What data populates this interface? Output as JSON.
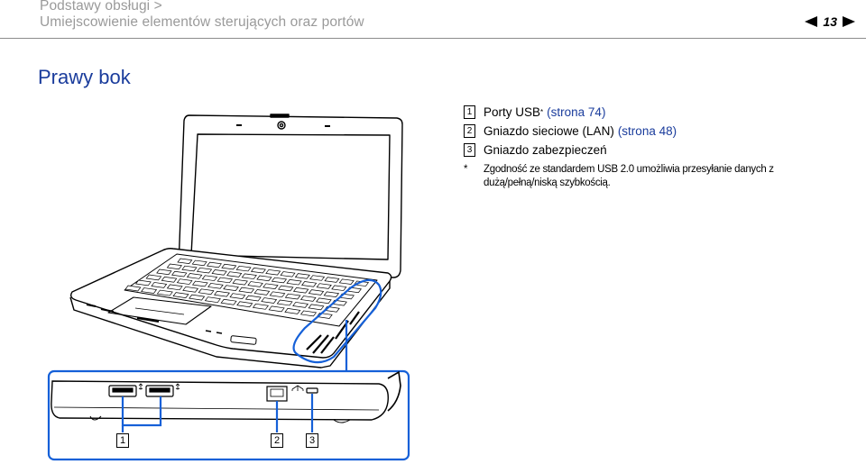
{
  "header": {
    "line1": "Podstawy obsługi >",
    "line2": "Umiejscowienie elementów sterujących oraz portów",
    "page_number": "13"
  },
  "section_title": "Prawy bok",
  "items": [
    {
      "num": "1",
      "text": "Porty USB",
      "sup": "*",
      "link": "(strona 74)"
    },
    {
      "num": "2",
      "text": "Gniazdo sieciowe (LAN)",
      "link": "(strona 48)"
    },
    {
      "num": "3",
      "text": "Gniazdo zabezpieczeń"
    }
  ],
  "footnote": {
    "mark": "*",
    "text": "Zgodność ze standardem USB 2.0 umożliwia przesyłanie danych z dużą/pełną/niską szybkością."
  },
  "callouts": [
    "1",
    "2",
    "3"
  ],
  "colors": {
    "accent": "#1a3c9c",
    "header_grey": "#9a9a9a",
    "highlight": "#1560d8"
  }
}
